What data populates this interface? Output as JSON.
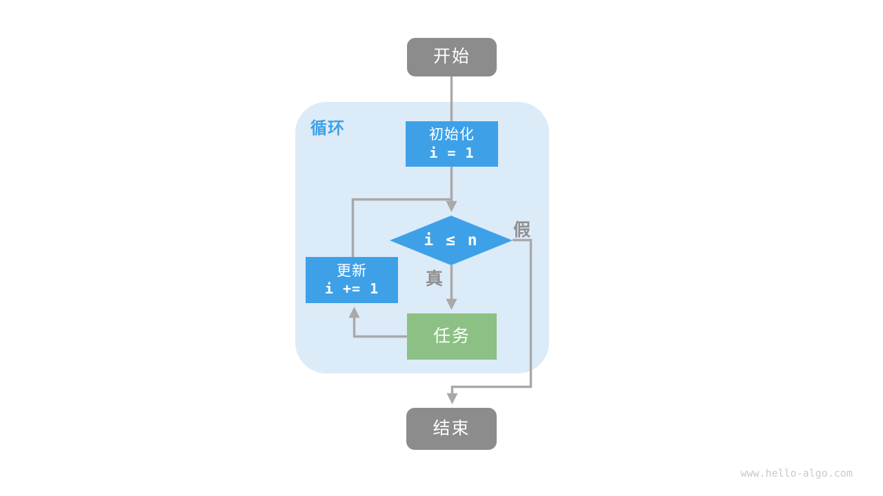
{
  "flowchart": {
    "container_label": "循环",
    "nodes": {
      "start": {
        "label": "开始"
      },
      "init": {
        "label": "初始化",
        "code": "i = 1"
      },
      "condition": {
        "expr": "i ≤ n"
      },
      "update": {
        "label": "更新",
        "code": "i += 1"
      },
      "task": {
        "label": "任务"
      },
      "end": {
        "label": "结束"
      }
    },
    "branch_labels": {
      "true_label": "真",
      "false_label": "假"
    },
    "colors": {
      "node_blue": "#3EA1E8",
      "node_green": "#8CC084",
      "node_gray": "#8C8C8C",
      "container_bg": "#DCEBF8",
      "line_gray": "#A9A9A9",
      "label_blue": "#3EA1E8",
      "label_gray": "#8F8F8F",
      "watermark_gray": "#C9C9C9"
    }
  },
  "watermark": "www.hello-algo.com"
}
